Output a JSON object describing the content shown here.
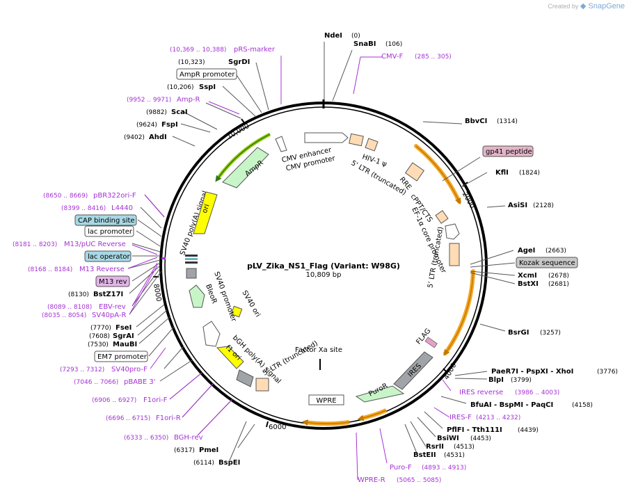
{
  "credit": {
    "prefix": "Created by",
    "brand": "SnapGene"
  },
  "center": {
    "name": "pLV_Zika_NS1_Flag (Variant: W98G)",
    "size": "10,809 bp"
  },
  "ticks": [
    "2000",
    "4000",
    "6000",
    "8000",
    "10,000"
  ],
  "enzymes": [
    {
      "name": "NdeI",
      "coord": "(0)"
    },
    {
      "name": "SnaBI",
      "coord": "(106)"
    },
    {
      "name": "BbvCI",
      "coord": "(1314)"
    },
    {
      "name": "KflI",
      "coord": "(1824)"
    },
    {
      "name": "AsiSI",
      "coord": "(2128)"
    },
    {
      "name": "AgeI",
      "coord": "(2663)"
    },
    {
      "name": "XcmI",
      "coord": "(2678)"
    },
    {
      "name": "BstXI",
      "coord": "(2681)"
    },
    {
      "name": "BsrGI",
      "coord": "(3257)"
    },
    {
      "name": "PaeR7I - PspXI - XhoI",
      "coord": "(3776)"
    },
    {
      "name": "BlpI",
      "coord": "(3799)"
    },
    {
      "name": "BfuAI - BspMI - PaqCI",
      "coord": "(4158)"
    },
    {
      "name": "PflFI - Tth111I",
      "coord": "(4439)"
    },
    {
      "name": "BsiWI",
      "coord": "(4453)"
    },
    {
      "name": "RsrII",
      "coord": "(4513)"
    },
    {
      "name": "BstEII",
      "coord": "(4531)"
    },
    {
      "name": "PmeI",
      "coord": "(6317)"
    },
    {
      "name": "BspEI",
      "coord": "(6114)"
    },
    {
      "name": "FseI",
      "coord": "(7770)"
    },
    {
      "name": "SgrAI",
      "coord": "(7608)"
    },
    {
      "name": "MauBI",
      "coord": "(7530)"
    },
    {
      "name": "BstZ17I",
      "coord": "(8130)"
    },
    {
      "name": "AhdI",
      "coord": "(9402)"
    },
    {
      "name": "FspI",
      "coord": "(9624)"
    },
    {
      "name": "ScaI",
      "coord": "(9882)"
    },
    {
      "name": "SspI",
      "coord": "(10,206)"
    },
    {
      "name": "SgrDI",
      "coord": "(10,323)"
    }
  ],
  "primers": [
    {
      "name": "CMV-F",
      "coord": "(285 .. 305)"
    },
    {
      "name": "pRS-marker",
      "coord": "(10,369 .. 10,388)"
    },
    {
      "name": "Amp-R",
      "coord": "(9952 .. 9971)"
    },
    {
      "name": "pBR322ori-F",
      "coord": "(8650 .. 8669)"
    },
    {
      "name": "L4440",
      "coord": "(8399 .. 8416)"
    },
    {
      "name": "M13/pUC Reverse",
      "coord": "(8181 .. 8203)"
    },
    {
      "name": "M13 Reverse",
      "coord": "(8168 .. 8184)"
    },
    {
      "name": "EBV-rev",
      "coord": "(8089 .. 8108)"
    },
    {
      "name": "SV40pA-R",
      "coord": "(8035 .. 8054)"
    },
    {
      "name": "SV40pro-F",
      "coord": "(7293 .. 7312)"
    },
    {
      "name": "pBABE 3'",
      "coord": "(7046 .. 7066)"
    },
    {
      "name": "F1ori-F",
      "coord": "(6906 .. 6927)"
    },
    {
      "name": "F1ori-R",
      "coord": "(6696 .. 6715)"
    },
    {
      "name": "BGH-rev",
      "coord": "(6333 .. 6350)"
    },
    {
      "name": "IRES reverse",
      "coord": "(3986 .. 4003)"
    },
    {
      "name": "IRES-F",
      "coord": "(4213 .. 4232)"
    },
    {
      "name": "Puro-F",
      "coord": "(4893 .. 4913)"
    },
    {
      "name": "WPRE-R",
      "coord": "(5065 .. 5085)"
    }
  ],
  "boxed": {
    "gp41": "gp41 peptide",
    "kozak": "Kozak sequence",
    "ampr_promoter": "AmpR promoter",
    "cap": "CAP binding site",
    "lac_promoter": "lac promoter",
    "lac_operator": "lac operator",
    "m13rev": "M13 rev",
    "em7": "EM7 promoter"
  },
  "features": {
    "cmv_enh": "CMV enhancer",
    "cmv_prom": "CMV promoter",
    "hiv": "HIV-1 ψ",
    "ltr5": "5' LTR (truncated)",
    "rre": "RRE",
    "cppt": "cPPT/CTS",
    "ef1a": "EF-1α core promoter",
    "ltr5b": "5' LTR (truncated)",
    "flag": "FLAG",
    "ires": "IRES",
    "puror": "PuroR",
    "wpre": "WPRE",
    "factorxa": "Factor Xa site",
    "bgh": "bGH poly(A) signal",
    "f1ori": "f1 ori",
    "ltr5c": "5' LTR (truncated)",
    "sv40ori": "SV40 ori",
    "bleor": "BleoR",
    "sv40prom": "SV40 promoter",
    "sv40pa": "SV40 poly(A) signal",
    "ori": "ori",
    "ampr": "AmpR"
  },
  "colors": {
    "orange_arrow": "#f5a623",
    "green_arrow": "#6aa84f",
    "primer": "#a431d4",
    "yellow": "#ffff00",
    "pale_green": "#c8f5c8",
    "peach": "#ffdcb5",
    "grey": "#a0a0a0"
  }
}
